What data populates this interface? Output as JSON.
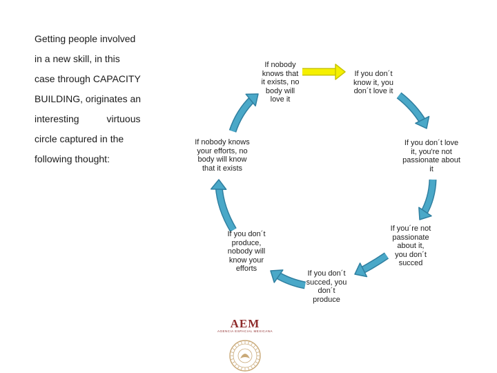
{
  "intro": {
    "lines": [
      "Getting people involved",
      "in a new skill, in this",
      "case through CAPACITY",
      "BUILDING, originates an",
      "interesting virtuous",
      "circle captured in the",
      "following thought:"
    ]
  },
  "cycle": {
    "nodes": [
      {
        "id": "top",
        "lines": [
          "If nobody",
          "knows that",
          "it exists, no",
          "body will",
          "love it"
        ]
      },
      {
        "id": "top-right",
        "lines": [
          "If you don´t",
          "know it, you",
          "don´t love it"
        ]
      },
      {
        "id": "right",
        "lines": [
          "If you don´t love",
          "it, you're not",
          "passionate about",
          "it"
        ]
      },
      {
        "id": "bottom-right",
        "lines": [
          "If you´re not",
          "passionate",
          "about it,",
          "you don´t",
          "succed"
        ]
      },
      {
        "id": "bottom",
        "lines": [
          "If you don´t",
          "succed, you",
          "don´t",
          "produce"
        ]
      },
      {
        "id": "left-bottom",
        "lines": [
          "If you don´t",
          "produce,",
          "nobody will",
          "know your",
          "efforts"
        ]
      },
      {
        "id": "left",
        "lines": [
          "If nobody knows",
          "your efforts, no",
          "body will know",
          "that it exists"
        ]
      }
    ],
    "colors": {
      "arrow": "#4aa8c8",
      "arrow_stroke": "#2f7fa0",
      "highlight": "#f5f000",
      "highlight_stroke": "#c8c400"
    }
  },
  "logo": {
    "title": "AEM",
    "subtitle": "AGENCIA ESPACIAL MEXICANA",
    "seal_icon": "seal-icon",
    "colors": {
      "brand": "#8e2b2b",
      "seal": "#c9a978"
    }
  }
}
